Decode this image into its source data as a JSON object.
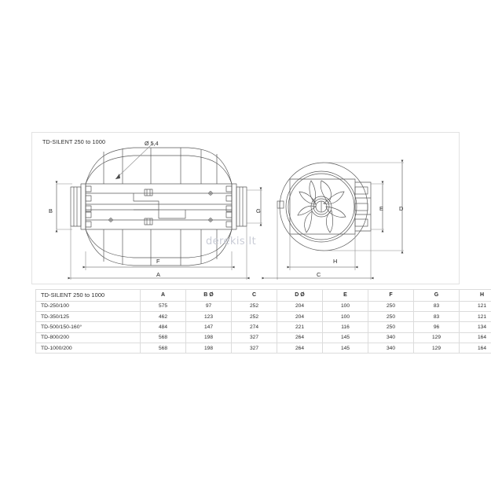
{
  "drawing": {
    "title": "TD-SILENT  250 to 1000",
    "diameter_note": "Ø 5,4",
    "watermark": "derekis.lt",
    "dimension_labels": {
      "b": "B",
      "g": "G",
      "f": "F",
      "a": "A",
      "e": "E",
      "d": "D",
      "h": "H",
      "c": "C"
    }
  },
  "table": {
    "headers": [
      "TD-SILENT  250 to 1000",
      "A",
      "B Ø",
      "C",
      "D Ø",
      "E",
      "F",
      "G",
      "H"
    ],
    "rows": [
      {
        "model": "TD-250/100",
        "values": [
          "575",
          "97",
          "252",
          "204",
          "100",
          "250",
          "83",
          "121"
        ]
      },
      {
        "model": "TD-350/125",
        "values": [
          "462",
          "123",
          "252",
          "204",
          "100",
          "250",
          "83",
          "121"
        ]
      },
      {
        "model": "TD-500/150-160°",
        "values": [
          "484",
          "147",
          "274",
          "221",
          "116",
          "250",
          "96",
          "134"
        ]
      },
      {
        "model": "TD-800/200",
        "values": [
          "568",
          "198",
          "327",
          "264",
          "145",
          "340",
          "129",
          "164"
        ]
      },
      {
        "model": "TD-1000/200",
        "values": [
          "568",
          "198",
          "327",
          "264",
          "145",
          "340",
          "129",
          "164"
        ]
      }
    ]
  },
  "colors": {
    "line": "#4a4a4a",
    "thin_line": "#8d8d8d",
    "border": "#e2e2e2",
    "watermark": "#c9ccd6"
  }
}
